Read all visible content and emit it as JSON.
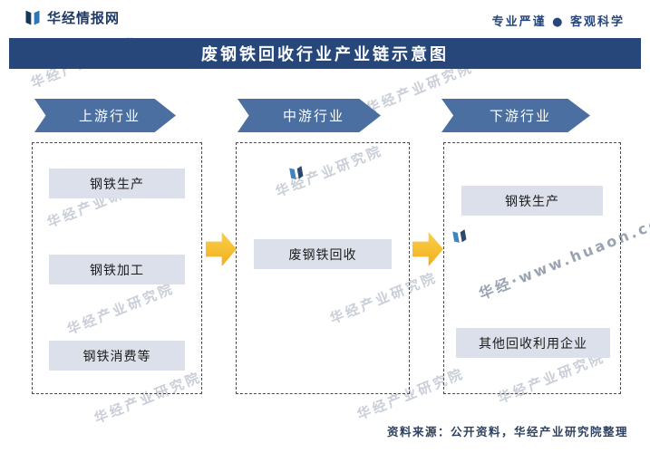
{
  "header": {
    "brand": "华经情报网",
    "tagline": "专业严谨 ● 客观科学"
  },
  "title": "废钢铁回收行业产业链示意图",
  "chain": {
    "columns": [
      {
        "label": "上游行业",
        "items": [
          "钢铁生产",
          "钢铁加工",
          "钢铁消费等"
        ]
      },
      {
        "label": "中游行业",
        "items": [
          "废钢铁回收"
        ]
      },
      {
        "label": "下游行业",
        "items": [
          "钢铁生产",
          "其他回收利用企业"
        ]
      }
    ]
  },
  "footer": {
    "source": "资料来源：公开资料，华经产业研究院整理"
  },
  "watermarks": {
    "text": "华经产业研究院",
    "site": "华经·www.huaon.com"
  },
  "colors": {
    "title_bar_blue": "#27477b",
    "banner_blue": "#4a6fa0",
    "item_gray": "#dce0ea",
    "arrow_yellow": "#f2ae1d",
    "logo_dark_blue": "#16365c",
    "logo_light_blue": "#2e75b6"
  }
}
